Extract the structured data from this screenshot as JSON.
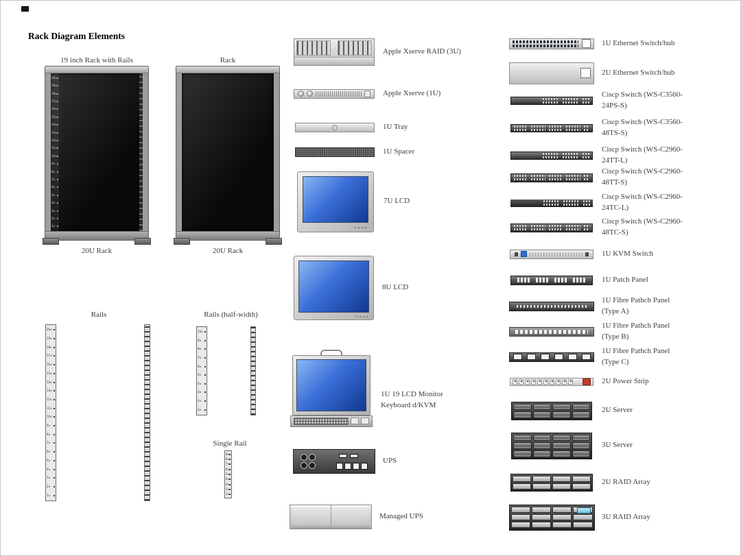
{
  "page": {
    "title": "Rack Diagram Elements"
  },
  "colors": {
    "screen_blue": "#3a6ed8",
    "raid_lcd_blue": "#6fc4e4",
    "power_switch_red": "#c23b2e",
    "rack_frame_gray": "#9c9c9c",
    "label_text": "#3d3d3d"
  },
  "racks": [
    {
      "top_label": "19 inch Rack with Rails",
      "bottom_label": "20U Rack"
    },
    {
      "top_label": "Rack",
      "bottom_label": "20U Rack"
    }
  ],
  "rails": {
    "group_label": "Rails",
    "half_group_label": "Rails (half-width)",
    "single_label": "Single Rail"
  },
  "middle_items": [
    {
      "label": "Apple Xserve RAID (3U)"
    },
    {
      "label": "Apple Xserve (1U)"
    },
    {
      "label": "1U Tray"
    },
    {
      "label": "1U Spacer"
    },
    {
      "label": "7U LCD"
    },
    {
      "label": "8U LCD"
    },
    {
      "label": "1U 19 LCD Monitor Keyboard d/KVM"
    },
    {
      "label": "UPS"
    },
    {
      "label": "Managed UPS"
    }
  ],
  "right_items": [
    {
      "label": "1U Ethernet Switch/hub"
    },
    {
      "label": "2U Ethernet Switch/hub"
    },
    {
      "label": "Ciscp Switch (WS-C3560-24PS-S)"
    },
    {
      "label": "Ciscp Switch (WS-C3560-48TS-S)"
    },
    {
      "label": "Ciscp Switch (WS-C2960-24TT-L)"
    },
    {
      "label": "Ciscp Switch (WS-C2960-48TT-S)"
    },
    {
      "label": "Ciscp Switch (WS-C2960-24TC-L)"
    },
    {
      "label": "Ciscp Switch (WS-C2960-48TC-S)"
    },
    {
      "label": "1U KVM Switch"
    },
    {
      "label": "1U Patch Panel"
    },
    {
      "label": "1U Fibre Pathch Panel (Type A)"
    },
    {
      "label": "1U Fibre Pathch Panel (Type B)"
    },
    {
      "label": "1U Fibre Pathch Panel (Type C)"
    },
    {
      "label": "2U Power Strip"
    },
    {
      "label": "2U Server"
    },
    {
      "label": "3U Server"
    },
    {
      "label": "2U RAID Array"
    },
    {
      "label": "3U RAID Array"
    }
  ]
}
